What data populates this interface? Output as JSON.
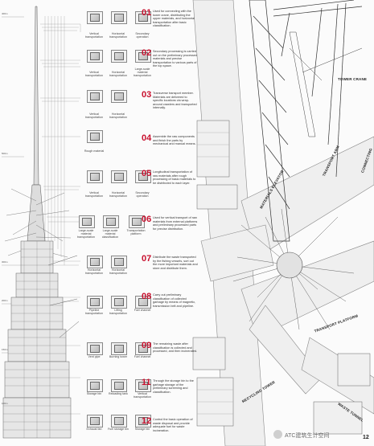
{
  "altitudes": [
    "400m",
    "500m",
    "300m",
    "200m",
    "150m",
    "100m"
  ],
  "steps": [
    {
      "num": "01",
      "text": "Used for connecting with the tower crane, distributing the upper materials, and horizontal transportation after basic classification."
    },
    {
      "num": "02",
      "text": "Secondary processing is carried out on the preliminary processed materials and precise transportation to various parts of the top space."
    },
    {
      "num": "03",
      "text": "Transverse transport member. Materials are delivered to specific locations via wrap-around crawlers and transported internally."
    },
    {
      "num": "04",
      "text": "Assemble the raw components and finish the parts by mechanical and manual means."
    },
    {
      "num": "05",
      "text": "Longitudinal transportation of raw materials after rough processing of basic materials to be distributed to each layer."
    },
    {
      "num": "06",
      "text": "Used for vertical transport of raw materials from external platforms and preliminary processed parts for precise distribution."
    },
    {
      "num": "07",
      "text": "Distribute the waste transported by the fishing vessels, sort out the more important materials and store and distribute them."
    },
    {
      "num": "08",
      "text": "Carry out preliminary classification of collected garbage by means of magnetic, transmission belt and pipeline."
    },
    {
      "num": "09",
      "text": "The remaining waste after classification is collected and processed, and then incinerated."
    },
    {
      "num": "11",
      "text": "Through the storage bin to the garbage storage of the preliminary screening and classification."
    },
    {
      "num": "12",
      "text": "Control the basic operation of waste disposal and provide adequate fuel for waste incineration."
    }
  ],
  "icons": [
    {
      "label": "Vertical transportation"
    },
    {
      "label": "Horizontal transportation"
    },
    {
      "label": "Secondary operation"
    },
    {
      "label": "Vertical transportation"
    },
    {
      "label": "Horizontal transportation"
    },
    {
      "label": "Large-scale material transportation"
    },
    {
      "label": "Vertical transportation"
    },
    {
      "label": "Horizontal transportation"
    },
    {
      "label": "Rough material"
    },
    {
      "label": "Vertical transportation"
    },
    {
      "label": "Horizontal transportation"
    },
    {
      "label": "Secondary operation"
    },
    {
      "label": "Large-scale material transportation"
    },
    {
      "label": "Large-scale material classification"
    },
    {
      "label": "Transportation platform"
    },
    {
      "label": "Horizontal transportation"
    },
    {
      "label": "Horizontal transportation"
    },
    {
      "label": "Pipeline transportation"
    },
    {
      "label": "Lifting transportation"
    },
    {
      "label": "Fuel channel"
    },
    {
      "label": "Vent pipe"
    },
    {
      "label": "Burning tower"
    },
    {
      "label": "Fuel channel"
    },
    {
      "label": "Storage bin"
    },
    {
      "label": "Reloading tank"
    },
    {
      "label": "Vertical transportation"
    },
    {
      "label": "Exhaust fan"
    },
    {
      "label": "Fuel storage bin"
    },
    {
      "label": "Storage bin"
    }
  ],
  "callouts": {
    "tower_crane": "TOWER CRANE",
    "transport_arm": "TRANSPORT ARM",
    "materials_elevator": "MATERIALS ELEVATOR",
    "connecting": "CONNECTING",
    "transport_platform": "TRANSPORT PLATFORM",
    "recycling_tower": "RECYCLING TOWER",
    "waste_tunnel": "WASTE TUNNEL"
  },
  "footer": {
    "logo_text": "ATC建筑生计空间",
    "page": "12"
  }
}
